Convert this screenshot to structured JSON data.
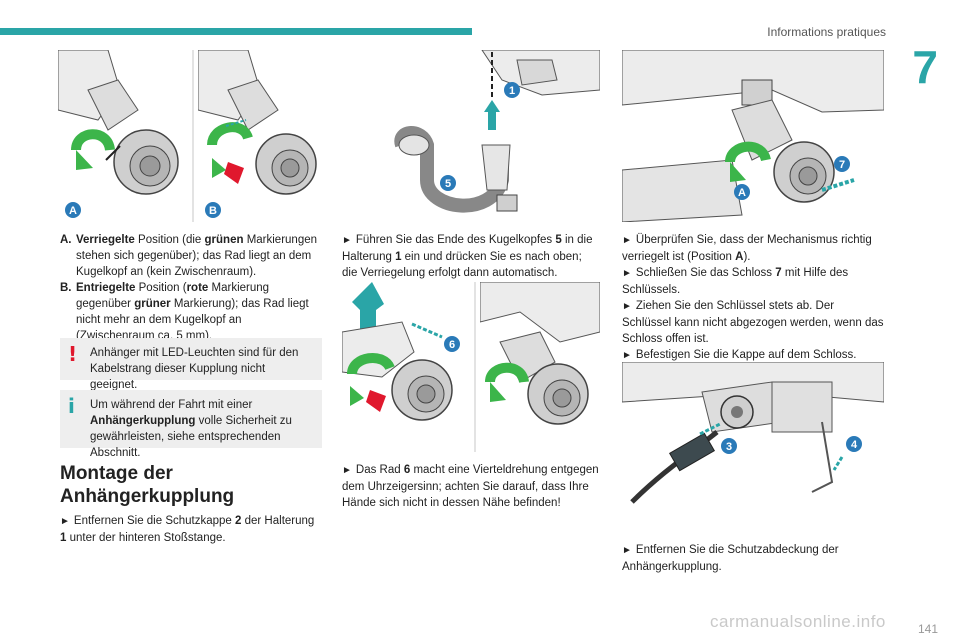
{
  "header": {
    "section_title": "Informations pratiques",
    "chapter": "7",
    "page_number": "141"
  },
  "col1": {
    "list": [
      {
        "key": "A.",
        "b1": "Verriegelte",
        "t1": " Position (die ",
        "b2": "grünen",
        "t2": " Markierungen stehen sich gegenüber); das Rad liegt an dem Kugelkopf an (kein Zwischenraum)."
      },
      {
        "key": "B.",
        "b1": "Entriegelte",
        "t1": " Position (",
        "b2": "rote",
        "t2": " Markierung gegenüber ",
        "b3": "grüner",
        "t3": " Markierung); das Rad liegt nicht mehr an dem Kugelkopf an (Zwischenraum ca. 5 mm)."
      }
    ],
    "warning": "Anhänger mit LED-Leuchten sind für den Kabelstrang dieser Kupplung nicht geeignet.",
    "info": {
      "t1": "Um während der Fahrt mit einer ",
      "b1": "Anhängerkupplung",
      "t2": " volle Sicherheit zu gewährleisten, siehe entsprechenden Abschnitt."
    },
    "heading": "Montage der Anhängerkupplung",
    "step": {
      "t1": "Entfernen Sie die Schutzkappe ",
      "b1": "2",
      "t2": " der Halterung ",
      "b2": "1",
      "t3": " unter der hinteren Stoßstange."
    },
    "fig_labels": {
      "a": "A",
      "b": "B"
    }
  },
  "col2": {
    "step1": {
      "t1": "Führen Sie das Ende des Kugelkopfes ",
      "b1": "5",
      "t2": " in die Halterung ",
      "b2": "1",
      "t3": " ein und drücken Sie es nach oben; die Verriegelung erfolgt dann automatisch."
    },
    "step2": {
      "t1": "Das Rad ",
      "b1": "6",
      "t2": " macht eine Vierteldrehung entgegen dem Uhrzeigersinn; achten Sie darauf, dass Ihre Hände sich nicht in dessen Nähe befinden!"
    },
    "fig_labels": {
      "one": "1",
      "five": "5",
      "six": "6"
    }
  },
  "col3": {
    "steps": [
      {
        "t1": "Überprüfen Sie, dass der Mechanismus richtig verriegelt ist (Position ",
        "b1": "A",
        "t2": ")."
      },
      {
        "t1": "Schließen Sie das Schloss ",
        "b1": "7",
        "t2": " mit Hilfe des Schlüssels."
      },
      {
        "t1": "Ziehen Sie den Schlüssel stets ab. Der Schlüssel kann nicht abgezogen werden, wenn das Schloss offen ist."
      },
      {
        "t1": "Befestigen Sie die Kappe auf dem Schloss."
      }
    ],
    "step_last": {
      "t1": "Entfernen Sie die Schutzabdeckung der Anhängerkupplung."
    },
    "fig_labels": {
      "seven": "7",
      "a": "A",
      "three": "3",
      "four": "4"
    }
  },
  "colors": {
    "accent": "#2aa5a7",
    "green": "#3cb54a",
    "red": "#e0182d",
    "blue": "#2a7ab8"
  },
  "watermark": "carmanualsonline.info",
  "bullet_glyph": "►"
}
